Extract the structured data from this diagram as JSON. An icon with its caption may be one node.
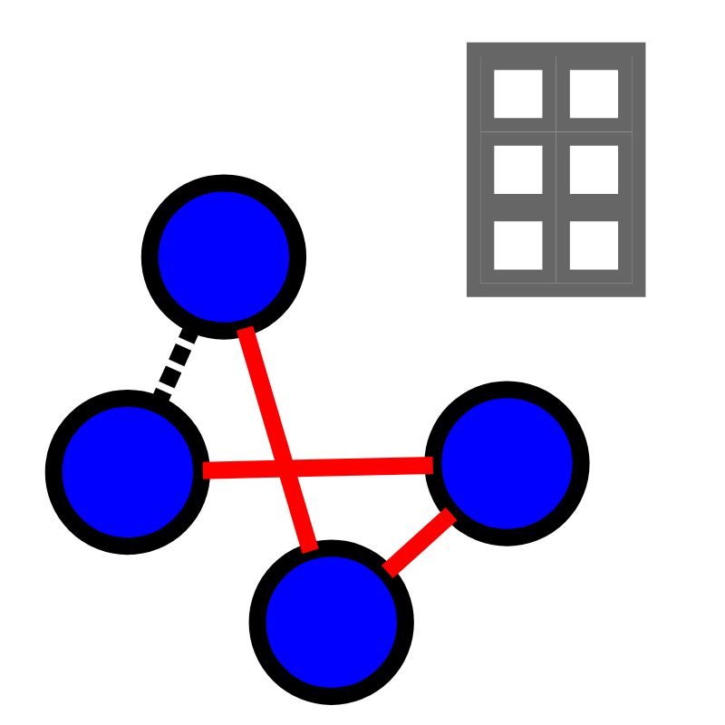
{
  "diagram": {
    "nodes": [
      {
        "text": [],
        "shape": "grid"
      },
      {
        "text": [],
        "shape": "circle"
      },
      {
        "text": [],
        "shape": "circle"
      },
      {
        "text": [],
        "shape": "circle"
      },
      {
        "text": [],
        "shape": "circle"
      }
    ],
    "edges": [
      {
        "from": 2,
        "to": 1,
        "arrow": "none"
      },
      {
        "from": 2,
        "to": 3,
        "arrow": "none"
      },
      {
        "from": 4,
        "to": 3,
        "arrow": "none"
      },
      {
        "from": 4,
        "to": 1,
        "arrow": "none",
        "style": "dashed",
        "color": "#000000"
      }
    ]
  }
}
